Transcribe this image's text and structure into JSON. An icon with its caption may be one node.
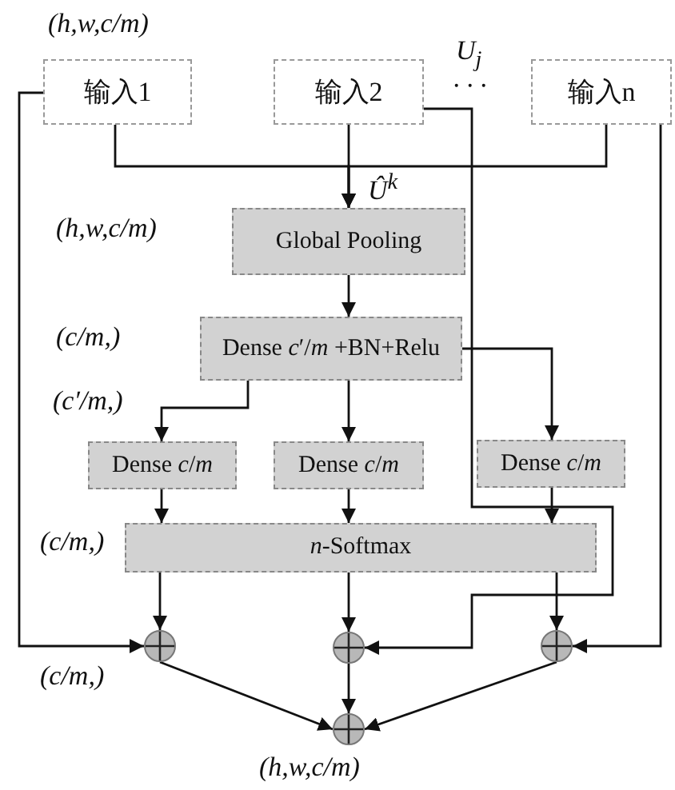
{
  "diagram": {
    "nodes": [
      {
        "text": [
          "输入1"
        ],
        "beside": [
          "(h,w,c/m)"
        ]
      },
      {
        "text": [
          "输入2"
        ]
      },
      {
        "text": [
          "输入n"
        ]
      },
      {
        "text": [
          "Global Pooling"
        ]
      },
      {
        "text": [
          "Dense *c*′/*m* +BN+Relu"
        ]
      },
      {
        "text": [
          "Dense *c*/*m*"
        ]
      },
      {
        "text": [
          "Dense *c*/*m*"
        ]
      },
      {
        "text": [
          "Dense *c*/*m*"
        ]
      },
      {
        "text": [
          "*n*-Softmax"
        ]
      },
      {
        "text": [],
        "shape": "circle",
        "beside": [
          "(c/m,)"
        ]
      },
      {
        "text": [],
        "shape": "circle"
      },
      {
        "text": [],
        "shape": "circle"
      },
      {
        "text": [],
        "shape": "circle",
        "beside": [
          "(h,w,c/m)"
        ]
      }
    ],
    "edges": [
      {
        "from": 0,
        "to": 3,
        "arrow": "to"
      },
      {
        "from": 1,
        "to": 3,
        "arrow": "to"
      },
      {
        "from": 2,
        "to": 3,
        "arrow": "to"
      },
      {
        "from": 3,
        "to": 4,
        "arrow": "to"
      },
      {
        "from": 4,
        "to": 5,
        "arrow": "to"
      },
      {
        "from": 4,
        "to": 6,
        "arrow": "to"
      },
      {
        "from": 4,
        "to": 7,
        "arrow": "to"
      },
      {
        "from": 5,
        "to": 8,
        "arrow": "to"
      },
      {
        "from": 6,
        "to": 8,
        "arrow": "to"
      },
      {
        "from": 7,
        "to": 8,
        "arrow": "to"
      },
      {
        "from": 8,
        "to": 9,
        "arrow": "to"
      },
      {
        "from": 8,
        "to": 10,
        "arrow": "to"
      },
      {
        "from": 8,
        "to": 11,
        "arrow": "to"
      },
      {
        "from": 0,
        "to": 9,
        "arrow": "to"
      },
      {
        "from": 1,
        "to": 10,
        "arrow": "to"
      },
      {
        "from": 2,
        "to": 11,
        "arrow": "to"
      },
      {
        "from": 9,
        "to": 12,
        "arrow": "to"
      },
      {
        "from": 10,
        "to": 12,
        "arrow": "to"
      },
      {
        "from": 11,
        "to": 12,
        "arrow": "to"
      }
    ],
    "labels": [
      "U$_{j}$",
      "· · ·",
      "Û$^{k}$",
      "(h,w,c/m)",
      "(c/m,)",
      "(c′/m,)",
      "(c/m,)"
    ]
  }
}
